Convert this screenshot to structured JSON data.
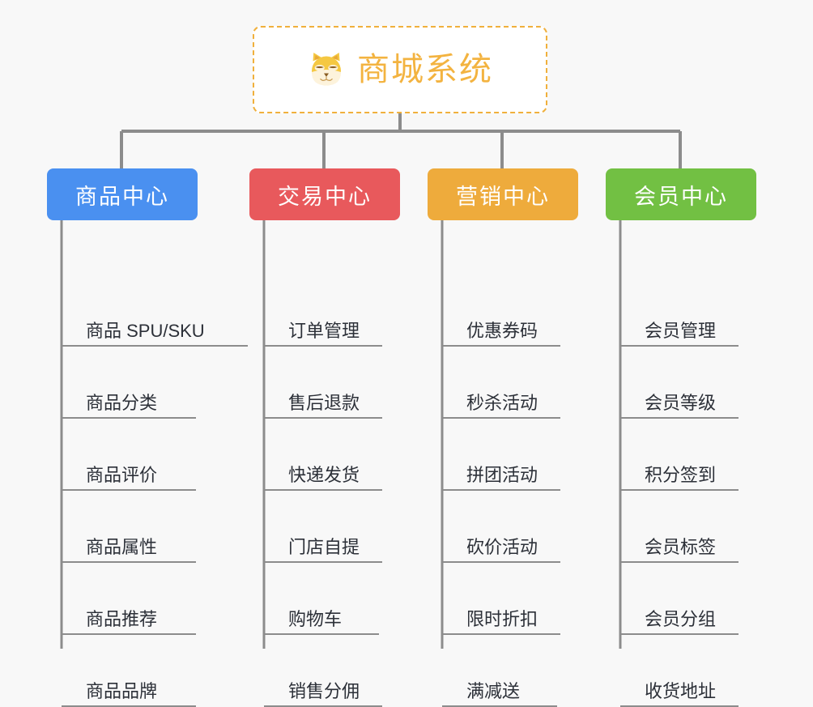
{
  "background_color": "#f8f8f8",
  "root": {
    "title": "商城系统",
    "icon": "shiba-dog-icon",
    "title_color": "#f3b340",
    "border_color": "#f0b03c",
    "fill_color": "#ffffff"
  },
  "connector_color": "#8c8c8c",
  "branches": [
    {
      "label": "商品中心",
      "color": "#4a90f0",
      "items": [
        {
          "label": "商品 SPU/SKU"
        },
        {
          "label": "商品分类"
        },
        {
          "label": "商品评价"
        },
        {
          "label": "商品属性"
        },
        {
          "label": "商品推荐"
        },
        {
          "label": "商品品牌"
        }
      ]
    },
    {
      "label": "交易中心",
      "color": "#e8595c",
      "items": [
        {
          "label": "订单管理"
        },
        {
          "label": "售后退款"
        },
        {
          "label": "快递发货"
        },
        {
          "label": "门店自提"
        },
        {
          "label": "购物车"
        },
        {
          "label": "销售分佣"
        }
      ]
    },
    {
      "label": "营销中心",
      "color": "#eeab3c",
      "items": [
        {
          "label": "优惠券码"
        },
        {
          "label": "秒杀活动"
        },
        {
          "label": "拼团活动"
        },
        {
          "label": "砍价活动"
        },
        {
          "label": "限时折扣"
        },
        {
          "label": "满减送"
        }
      ]
    },
    {
      "label": "会员中心",
      "color": "#72c043",
      "items": [
        {
          "label": "会员管理"
        },
        {
          "label": "会员等级"
        },
        {
          "label": "积分签到"
        },
        {
          "label": "会员标签"
        },
        {
          "label": "会员分组"
        },
        {
          "label": "收货地址"
        }
      ]
    }
  ]
}
